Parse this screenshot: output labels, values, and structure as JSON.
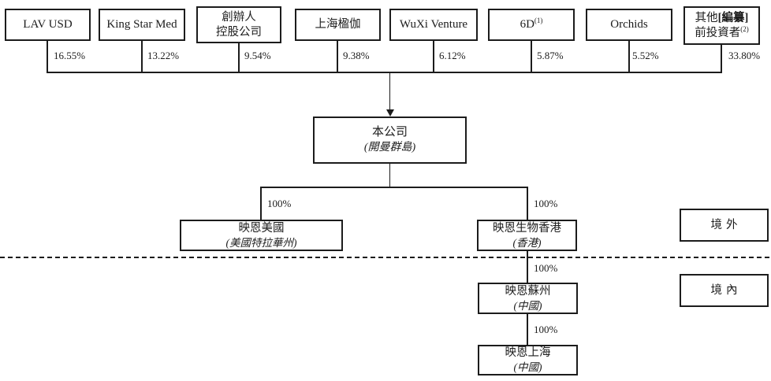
{
  "colors": {
    "ink": "#1c1c1c",
    "background": "#ffffff"
  },
  "chart": {
    "shareholders": [
      {
        "name": "LAV USD",
        "pct": "16.55%"
      },
      {
        "name": "King Star Med",
        "pct": "13.22%"
      },
      {
        "line1": "創辦人",
        "line2": "控股公司",
        "pct": "9.54%"
      },
      {
        "name": "上海楹伽",
        "pct": "9.38%"
      },
      {
        "name": "WuXi Venture",
        "pct": "6.12%"
      },
      {
        "name": "6D",
        "footnote": "(1)",
        "pct": "5.87%"
      },
      {
        "name": "Orchids",
        "pct": "5.52%"
      },
      {
        "line1_prefix": "其他",
        "line1_redacted": "[編纂]",
        "line2": "前投資者",
        "footnote": "(2)",
        "pct": "33.80%"
      }
    ],
    "company": {
      "name": "本公司",
      "location": "(開曼群島)"
    },
    "subsidiaries": {
      "us": {
        "name": "映恩美國",
        "location": "(美國特拉華州)",
        "pct": "100%"
      },
      "hk": {
        "name": "映恩生物香港",
        "location": "(香港)",
        "pct": "100%"
      },
      "suzhou": {
        "name": "映恩蘇州",
        "location": "(中國)",
        "pct": "100%"
      },
      "shanghai": {
        "name": "映恩上海",
        "location": "(中國)",
        "pct": "100%"
      }
    },
    "regions": {
      "offshore": "境外",
      "onshore": "境內"
    }
  }
}
